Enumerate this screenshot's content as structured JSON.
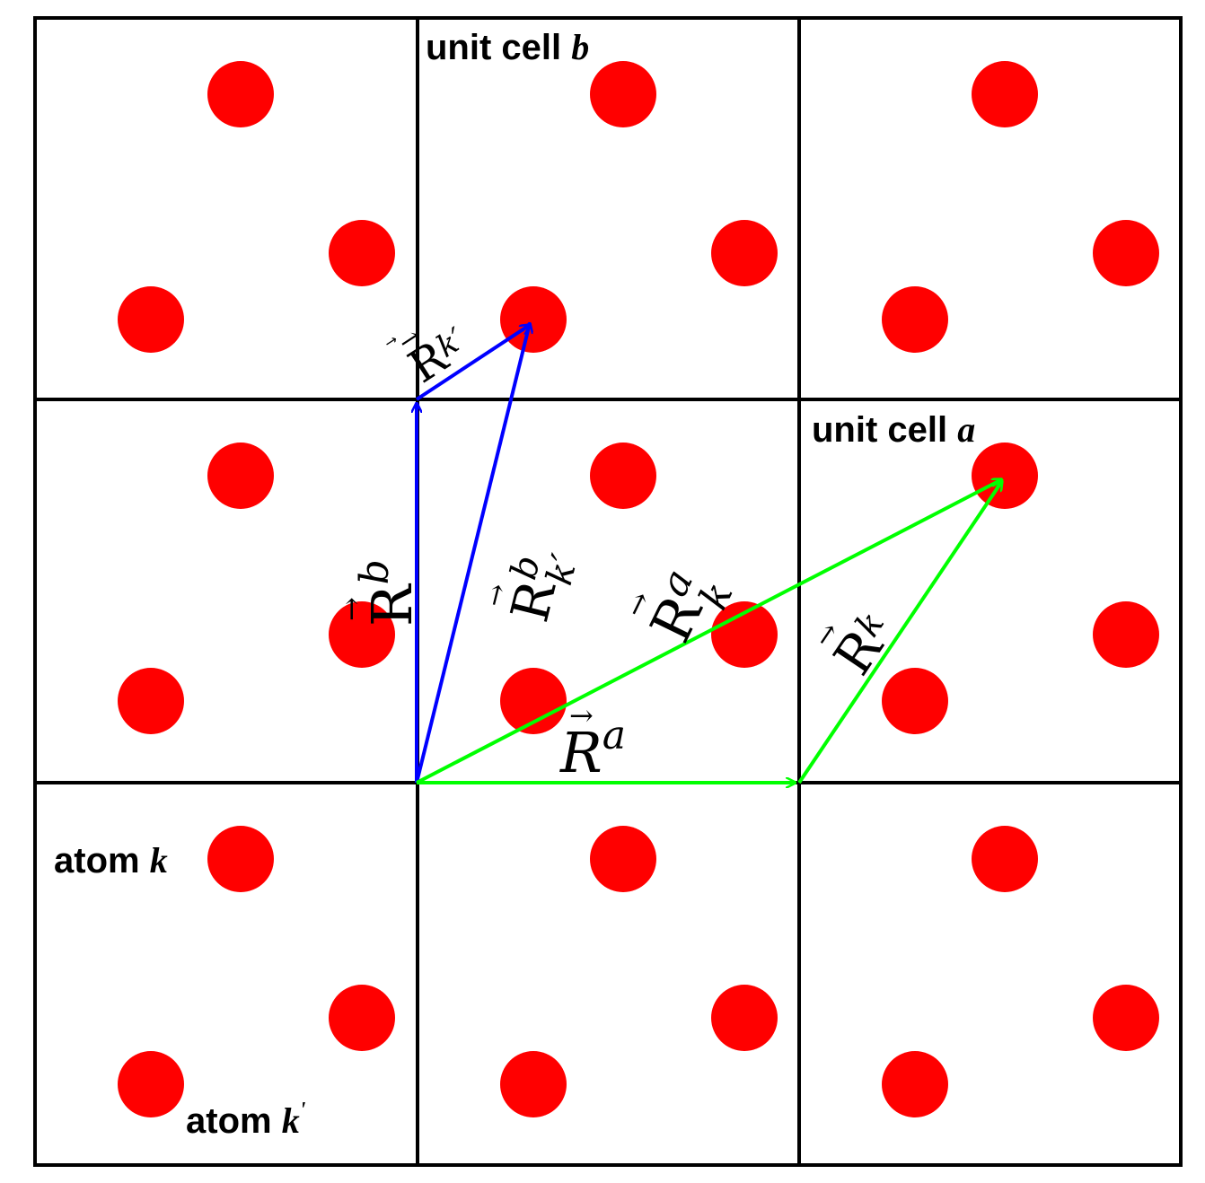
{
  "labels": {
    "unit_cell_b": {
      "text": "unit cell ",
      "var": "b"
    },
    "unit_cell_a": {
      "text": "unit cell ",
      "var": "a"
    },
    "atom_k": {
      "text": "atom ",
      "var": "k"
    },
    "atom_k_prime": {
      "text": "atom ",
      "var": "k",
      "prime": "'"
    }
  },
  "vectors": {
    "R_b": {
      "base": "R",
      "sup": "b",
      "sub": "",
      "color": "#0000ff"
    },
    "R_k_prime": {
      "base": "R",
      "sup": "",
      "sub": "k′",
      "color": "#0000ff"
    },
    "R_b_k_prime": {
      "base": "R",
      "sup": "b",
      "sub": "k′",
      "color": "#0000ff"
    },
    "R_a": {
      "base": "R",
      "sup": "a",
      "sub": "",
      "color": "#00ff00"
    },
    "R_k": {
      "base": "R",
      "sup": "",
      "sub": "k",
      "color": "#00ff00"
    },
    "R_a_k": {
      "base": "R",
      "sup": "a",
      "sub": "k",
      "color": "#00ff00"
    }
  },
  "colors": {
    "atom": "#ff0000",
    "grid": "#000000",
    "blue_vector": "#0000ff",
    "green_vector": "#00ff00"
  },
  "lattice": {
    "cells_per_side": 3,
    "atoms_per_cell": 3
  }
}
